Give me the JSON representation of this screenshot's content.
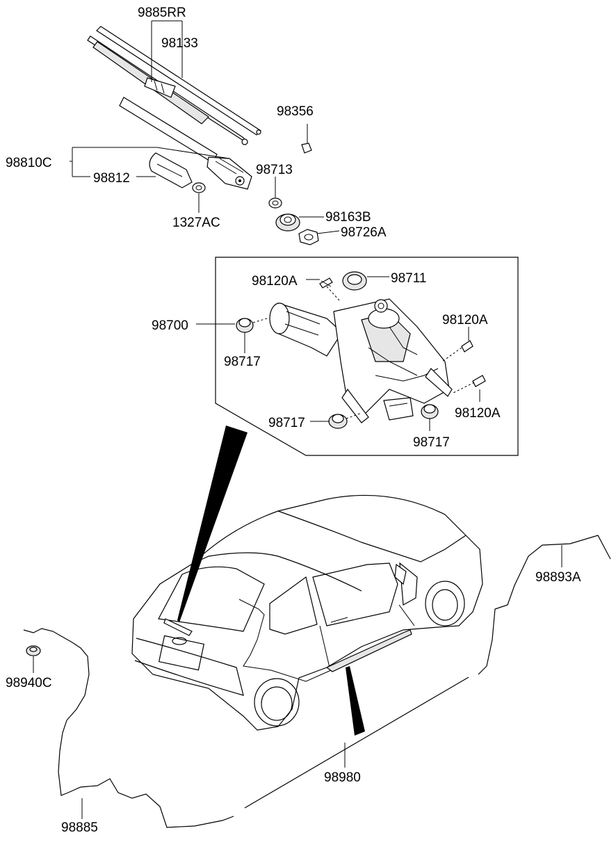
{
  "labels": {
    "p9885RR": "9885RR",
    "p98133": "98133",
    "p98356": "98356",
    "p98810C": "98810C",
    "p98812": "98812",
    "p98713": "98713",
    "p1327AC": "1327AC",
    "p98163B": "98163B",
    "p98726A": "98726A",
    "p98120A_1": "98120A",
    "p98711": "98711",
    "p98700": "98700",
    "p98120A_2": "98120A",
    "p98717_1": "98717",
    "p98717_2": "98717",
    "p98120A_3": "98120A",
    "p98717_3": "98717",
    "p98893A": "98893A",
    "p98940C": "98940C",
    "p98980": "98980",
    "p98885": "98885"
  }
}
